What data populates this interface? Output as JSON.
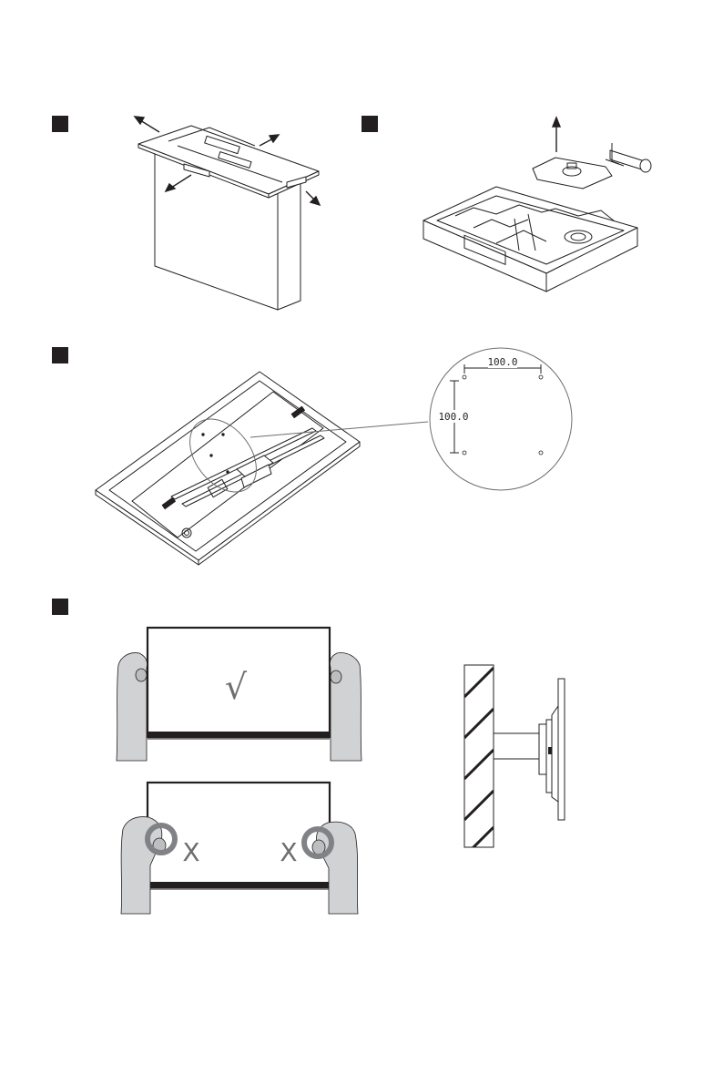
{
  "steps": [
    {
      "id": "step-1",
      "marker": "square",
      "figure": "box-lid-removal"
    },
    {
      "id": "step-2",
      "marker": "square",
      "figure": "unpack-stand"
    },
    {
      "id": "step-3",
      "marker": "square",
      "figure": "vesa-mount-holes"
    },
    {
      "id": "step-4",
      "marker": "square",
      "figure": "handling-and-wall-mount"
    }
  ],
  "vesa": {
    "horizontal_label": "100.0",
    "vertical_label": "100.0"
  },
  "handling": {
    "correct_mark": "√",
    "wrong_mark_left": "X",
    "wrong_mark_right": "X"
  },
  "colors": {
    "ink": "#231f20",
    "hand_fill": "#d1d2d4",
    "warning_ring": "#808285"
  }
}
